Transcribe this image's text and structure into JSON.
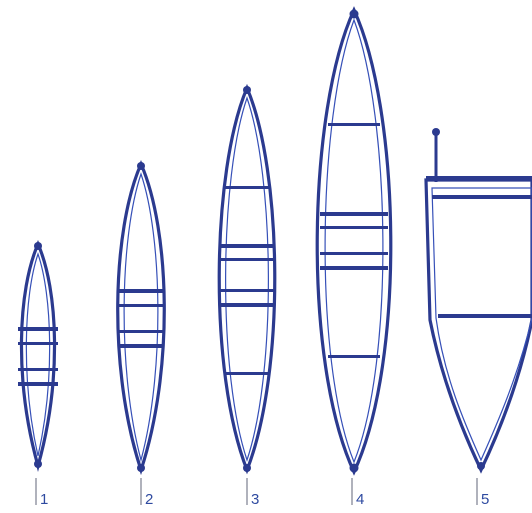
{
  "figure": {
    "profiles": [
      {
        "label": "1",
        "crossbars": 4,
        "slots": 2
      },
      {
        "label": "2",
        "crossbars": 4,
        "slots": 2
      },
      {
        "label": "3",
        "crossbars": 6,
        "slots": 2
      },
      {
        "label": "4",
        "crossbars": 6,
        "slots": 2
      },
      {
        "label": "5",
        "crossbars": 2,
        "slots": 3
      }
    ],
    "colors": {
      "profile": "#2b3a8f",
      "label": "#2e4aa0",
      "tick": "#6e7486"
    }
  }
}
